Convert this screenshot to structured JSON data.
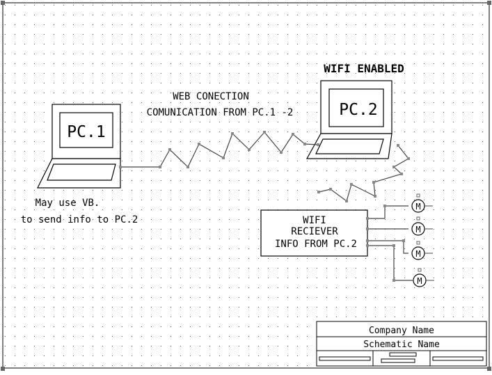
{
  "labels": {
    "wifi_enabled": "WIFI ENABLED",
    "web_connection": "WEB CONECTION",
    "communication": "COMUNICATION FROM PC.1 -2",
    "pc1": "PC.1",
    "pc2": "PC.2",
    "note_line1": "May use VB.",
    "note_line2": "to send info to PC.2",
    "receiver_line1": "WIFI",
    "receiver_line2": "RECIEVER",
    "receiver_line3": "INFO FROM PC.2",
    "motor_symbol": "M"
  },
  "title_block": {
    "company": "Company Name",
    "schematic": "Schematic Name"
  },
  "colors": {
    "line": "#000000",
    "wire": "#444444",
    "node": "#888888",
    "grid_dot": "#555555",
    "background": "#ffffff"
  }
}
